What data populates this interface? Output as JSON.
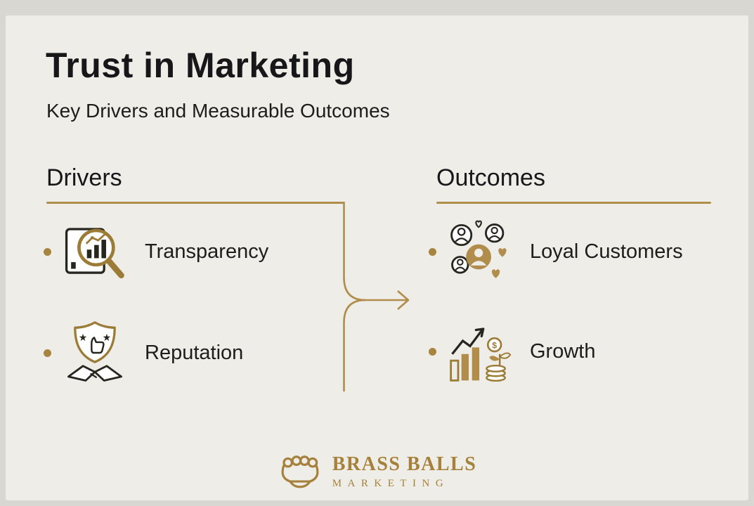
{
  "page": {
    "title": "Trust in Marketing",
    "subtitle": "Key Drivers and Measurable Outcomes"
  },
  "columns": {
    "drivers": {
      "heading": "Drivers",
      "items": [
        {
          "label": "Transparency",
          "icon": "chart-magnifier-icon"
        },
        {
          "label": "Reputation",
          "icon": "shield-stars-handshake-icon"
        }
      ]
    },
    "outcomes": {
      "heading": "Outcomes",
      "items": [
        {
          "label": "Loyal Customers",
          "icon": "customers-hearts-icon"
        },
        {
          "label": "Growth",
          "icon": "growth-chart-coins-plant-icon"
        }
      ]
    }
  },
  "connector": {
    "icon": "drivers-to-outcomes-arrow",
    "direction": "right"
  },
  "logo": {
    "icon": "brass-knuckles-icon",
    "line1": "BRASS BALLS",
    "line2": "MARKETING"
  },
  "colors": {
    "accent_gold": "#A8853F",
    "gold_stroke": "#9C7B36",
    "text_dark": "#1D1D1B",
    "background": "#D9D7D2",
    "card": "#EFEDE8"
  }
}
